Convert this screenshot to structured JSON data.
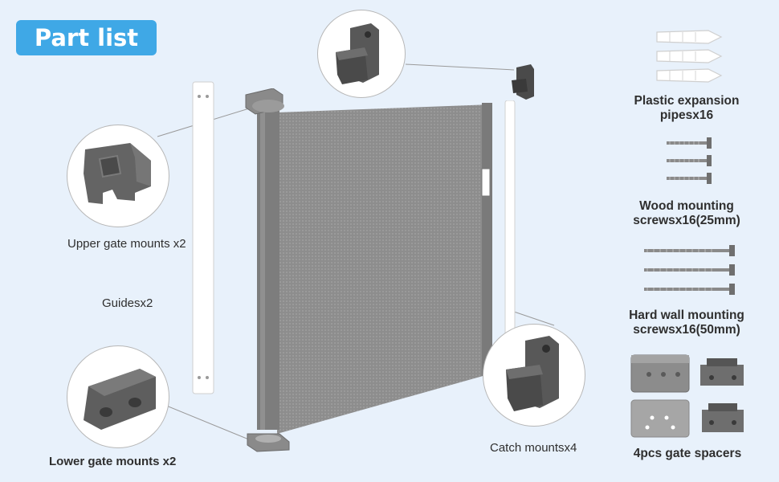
{
  "header": {
    "badge": "Part list"
  },
  "labels": {
    "upper_mounts": "Upper gate mounts x2",
    "guides": "Guidesx2",
    "lower_mounts": "Lower gate mounts x2",
    "catch_mounts": "Catch mountsx4",
    "plastic_line1": "Plastic expansion",
    "plastic_line2": "pipesx16",
    "wood_line1": "Wood mounting",
    "wood_line2": "screwsx16(25mm)",
    "hard_line1": "Hard wall mounting",
    "hard_line2": "screwsx16(50mm)",
    "spacers": "4pcs gate spacers"
  },
  "colors": {
    "badge_bg": "#3fa8e6",
    "background": "#e8f1fb",
    "mesh": "#8f8f8f",
    "mount": "#5c5c5c"
  }
}
